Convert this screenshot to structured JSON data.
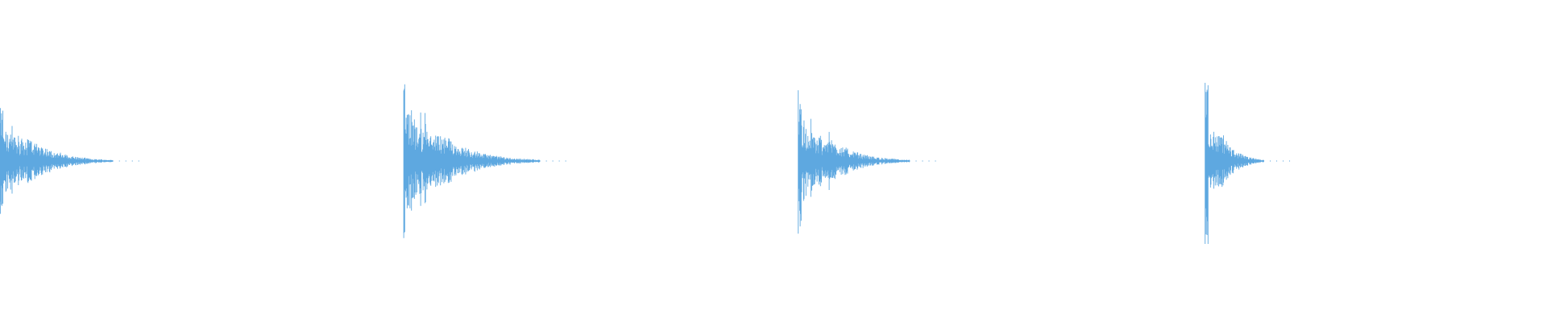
{
  "waveform": {
    "color": "#5ea8e0",
    "background": "#ffffff",
    "bursts": [
      {
        "onset": 0.0,
        "peak_amplitude": 0.44,
        "sustain_amplitude": 0.18,
        "tail_length": 0.073
      },
      {
        "onset": 0.261,
        "peak_amplitude": 0.73,
        "sustain_amplitude": 0.22,
        "tail_length": 0.088
      },
      {
        "onset": 0.516,
        "peak_amplitude": 0.58,
        "sustain_amplitude": 0.19,
        "tail_length": 0.072
      },
      {
        "onset": 0.779,
        "peak_amplitude": 0.68,
        "sustain_amplitude": 0.22,
        "tail_length": 0.038
      }
    ]
  }
}
